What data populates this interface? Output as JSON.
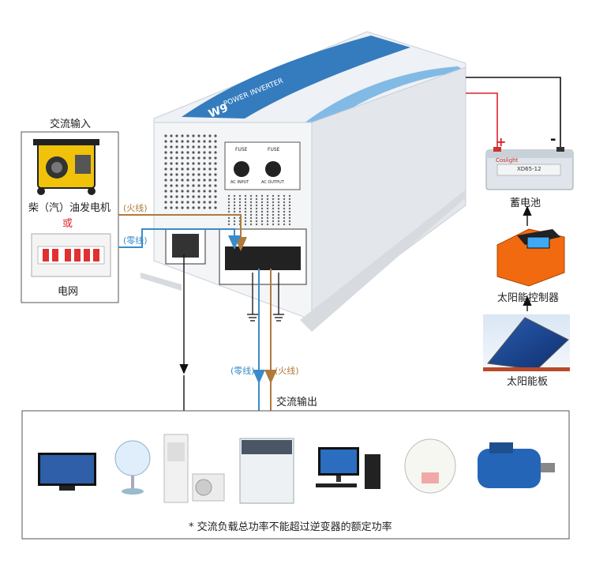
{
  "ac_input": {
    "title": "交流输入",
    "generator_label": "柴（汽）油发电机",
    "or_label": "或",
    "grid_label": "电网"
  },
  "wires": {
    "in_live": "(火线)",
    "in_neutral": "(零线)",
    "out_neutral": "(零线)",
    "out_live": "(火线)"
  },
  "ac_output": {
    "title": "交流输出"
  },
  "battery": {
    "label": "蓄电池",
    "plus": "+",
    "minus": "-",
    "brand": "Coslight",
    "model": "XD65-12"
  },
  "controller": {
    "label": "太阳能控制器"
  },
  "solar_panel": {
    "label": "太阳能板"
  },
  "inverter": {
    "brand_text": "POWER INVERTER",
    "model_text": "W9",
    "fuse1": "FUSE",
    "fuse1_sub": "AC INPUT",
    "fuse2": "FUSE",
    "fuse2_sub": "AC OUTPUT"
  },
  "footnote": "* 交流负载总功率不能超过逆变器的额定功率",
  "colors": {
    "live": "#b07a3c",
    "neutral": "#3a8cc8",
    "battery_pos": "#d9232a",
    "black": "#111111",
    "inverter_blue": "#1f6fb8"
  }
}
